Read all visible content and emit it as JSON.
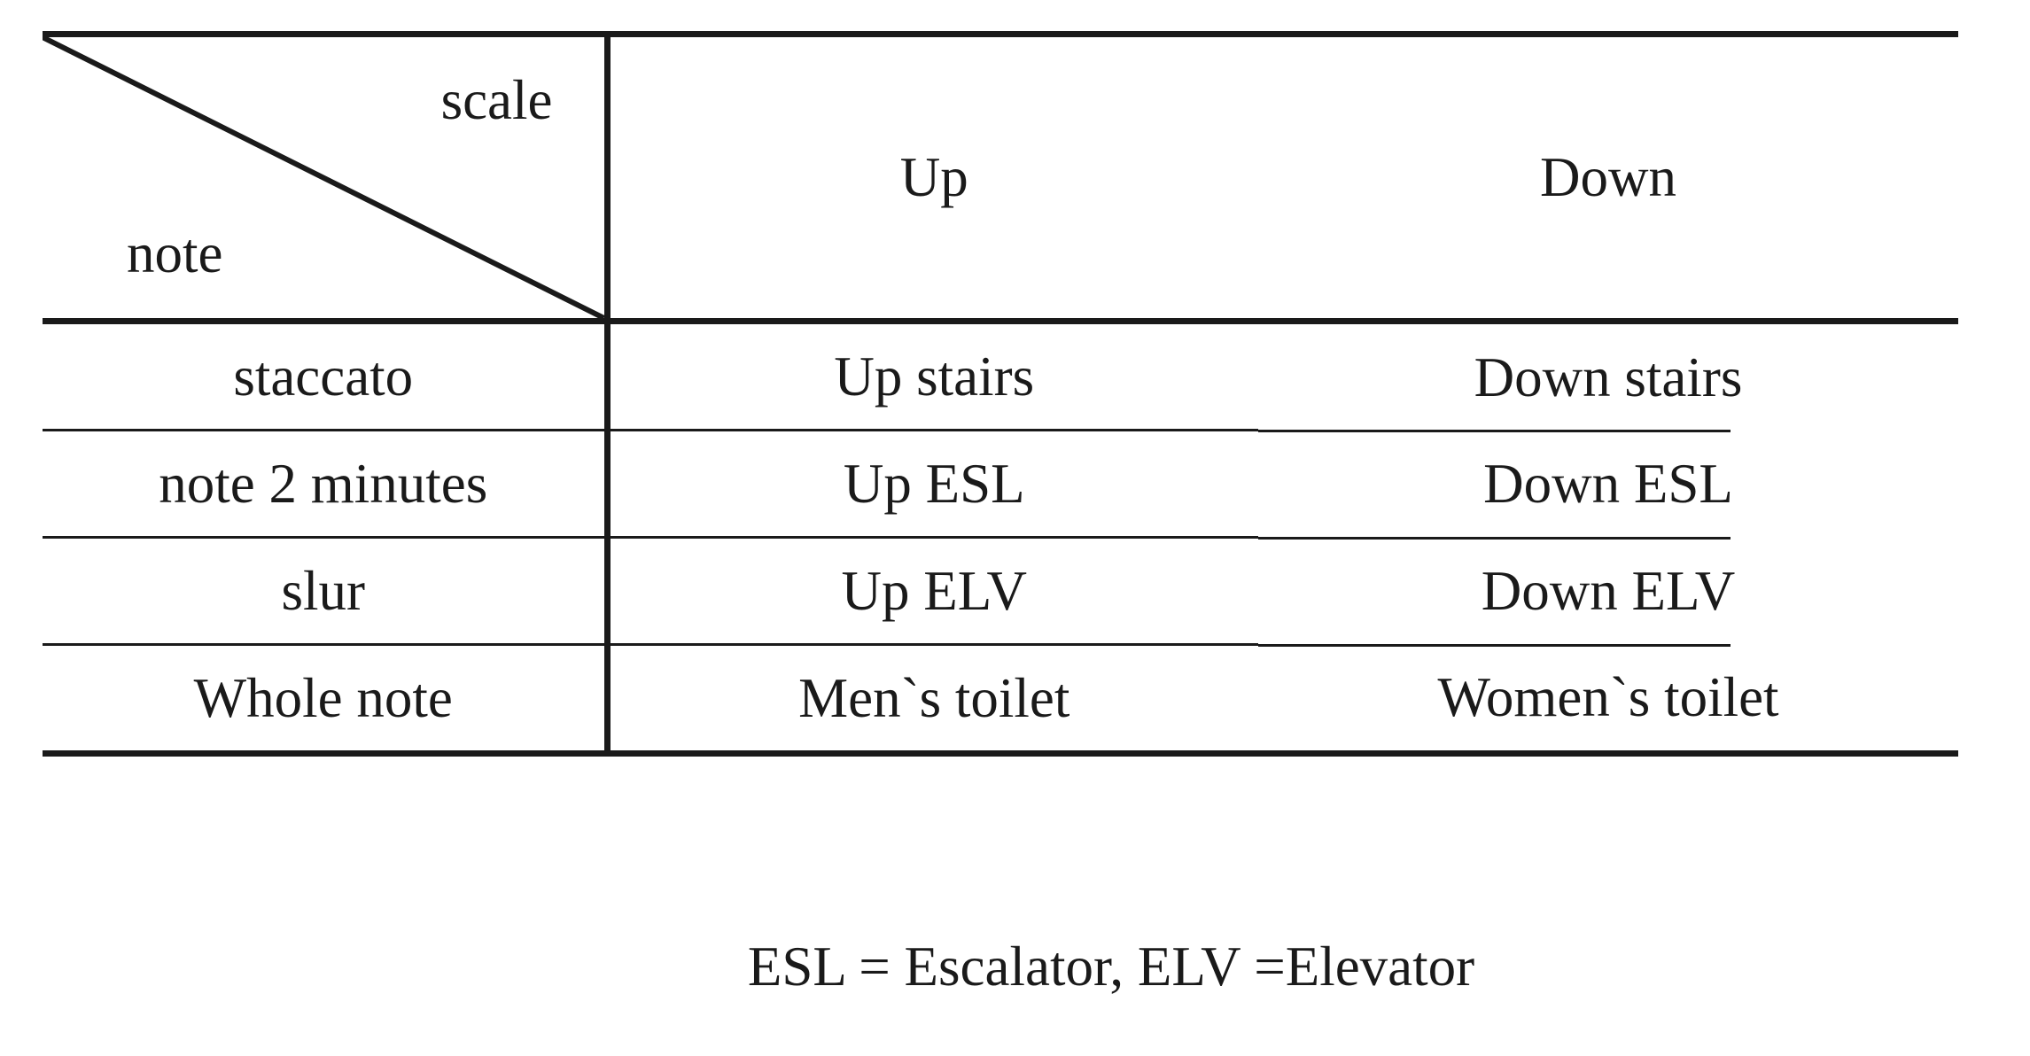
{
  "table": {
    "corner": {
      "top_label": "scale",
      "bottom_label": "note"
    },
    "columns": [
      "Up",
      "Down"
    ],
    "rows": [
      {
        "label": "staccato",
        "up": "Up stairs",
        "down": "Down stairs"
      },
      {
        "label": "note 2 minutes",
        "up": "Up ESL",
        "down": "Down ESL"
      },
      {
        "label": "slur",
        "up": "Up ELV",
        "down": "Down ELV"
      },
      {
        "label": "Whole note",
        "up": "Men`s toilet",
        "down": "Women`s toilet"
      }
    ],
    "footnote": "ESL = Escalator, ELV =Elevator"
  },
  "style": {
    "ink": "#1a1a1a",
    "paper": "#ffffff"
  }
}
